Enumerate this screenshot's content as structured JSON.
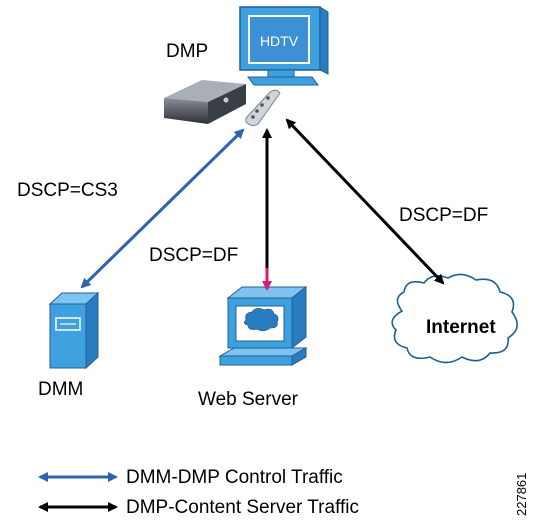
{
  "nodes": {
    "dmp": "DMP",
    "hdtv": "HDTV",
    "dmm": "DMM",
    "web_server": "Web Server",
    "internet": "Internet"
  },
  "links": {
    "dmm_dmp": "DSCP=CS3",
    "web_dmp": "DSCP=DF",
    "internet_dmp": "DSCP=DF"
  },
  "legend": {
    "control_traffic": "DMM-DMP Control Traffic",
    "content_traffic": "DMP-Content Server Traffic"
  },
  "figure_id": "227861",
  "colors": {
    "control_arrow": "#2e63b0",
    "content_arrow": "#000000",
    "arrow_tip_magenta": "#d6197a",
    "device_blue": "#3fa0e0"
  }
}
